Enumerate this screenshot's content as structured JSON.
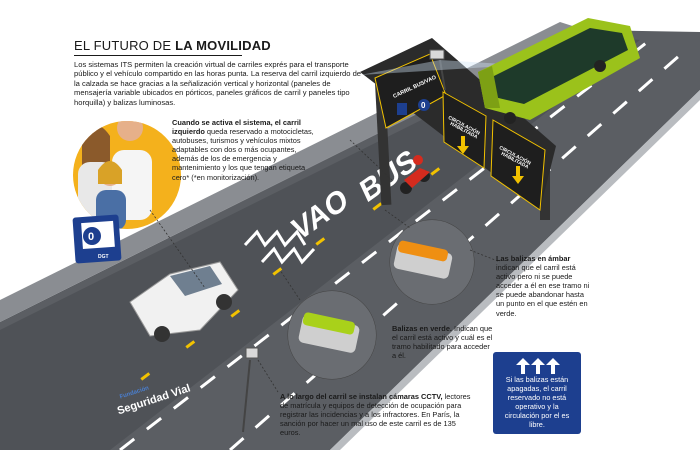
{
  "title": {
    "light": "EL FUTURO DE",
    "bold": "LA MOVILIDAD"
  },
  "intro": "Los sistemas ITS permiten la creación virtual de carriles exprés para el transporte público y el vehículo compartido en las horas punta. La reserva del carril izquierdo de la calzada se hace gracias a la señalización vertical y horizontal (paneles de mensajería variable ubicados en pórticos, paneles gráficos de carril y paneles tipo horquilla) y balizas luminosas.",
  "notes": {
    "carril": {
      "bold": "Cuando se activa el sistema, el carril izquierdo",
      "text": " queda reservado a motocicletas, autobuses, turismos y vehículos mixtos adaptables con dos o más ocupantes, además de los de emergencia y mantenimiento y los que tengan etiqueta cero* (*en monitorización)."
    },
    "ambar": {
      "bold": "Las balizas en ámbar",
      "text": " indican que el carril está activo pero ni se puede acceder a él en ese tramo ni se puede abandonar hasta un punto en el que estén en verde."
    },
    "verde": {
      "bold": "Balizas en verde.",
      "text": " Indican que el carril está activo y cuál es el tramo habilitado para acceder a él."
    },
    "camaras": {
      "bold": "A lo largo del carril se instalan cámaras CCTV,",
      "text": " lectores de matrícula y equipos de detección de ocupación para registrar las incidencias y a los infractores. En París, la sanción por hacer un mal uso de este carril es de 135 euros."
    }
  },
  "infobox": "Si las balizas están apagadas, el carril reservado no está operativo y la circulación por el es libre.",
  "gantry": {
    "panel1": "CARRIL BUS/VAO",
    "panel2a": "CIRCULACIÓN",
    "panel2b": "HABILITADA",
    "panel3a": "CIRCULACIÓN",
    "panel3b": "HABILITADA",
    "number": "0"
  },
  "road": {
    "bus": "BUS",
    "vao": "VAO"
  },
  "sticker": {
    "number": "0",
    "brand": "DGT"
  },
  "brand": {
    "line1": "Fundación",
    "line2": "Seguridad Vial"
  },
  "colors": {
    "road": "#5b5e63",
    "accent_yellow": "#f2c200",
    "amber": "#ef8f12",
    "green": "#a9d11a",
    "bus": "#9bc21b",
    "sign": "#1e1e1e",
    "panel_blue": "#1d3f8f",
    "people_bg": "#f4b11c"
  }
}
